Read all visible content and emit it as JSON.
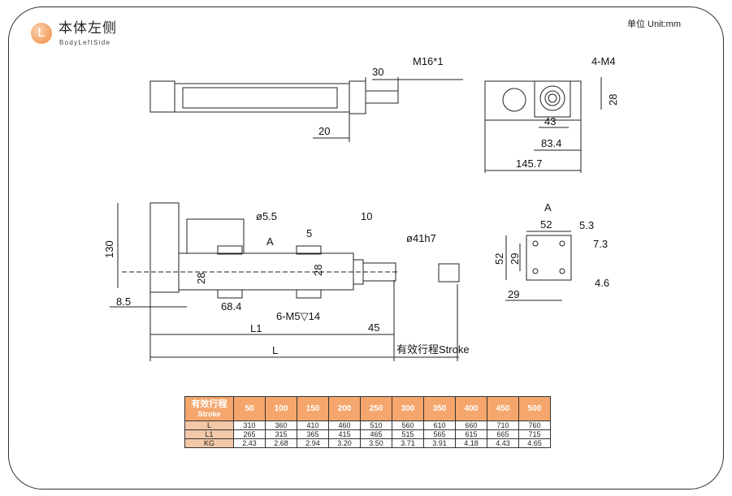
{
  "header": {
    "badge": "L",
    "title": "本体左侧",
    "subtitle": "BodyLeftSide",
    "unit": "单位 Unit:mm"
  },
  "dims": {
    "top": {
      "d30": "30",
      "thread": "M16*1",
      "d20": "20"
    },
    "end": {
      "screws": "4-M4",
      "d28": "28",
      "d43": "43",
      "d834": "83.4",
      "d1457": "145.7"
    },
    "front": {
      "hole": "ø5.5",
      "d10": "10",
      "d5": "5",
      "shaft": "ø41h7",
      "d130": "130",
      "d28a": "28",
      "d28b": "28",
      "d85": "8.5",
      "d684": "68.4",
      "tap": "6-M5▽14",
      "L1": "L1",
      "d45": "45",
      "L": "L",
      "stroke": "有效行程Stroke",
      "sectionA": "A"
    },
    "flange": {
      "view": "A",
      "d52w": "52",
      "d53": "5.3",
      "d73": "7.3",
      "d52h": "52",
      "d29v": "29",
      "d29h": "29",
      "d46": "4.6"
    }
  },
  "table": {
    "header": {
      "cn": "有效行程",
      "en": "Stroke"
    },
    "strokes": [
      "50",
      "100",
      "150",
      "200",
      "250",
      "300",
      "350",
      "400",
      "450",
      "500"
    ],
    "rows": [
      {
        "label": "L",
        "values": [
          "310",
          "360",
          "410",
          "460",
          "510",
          "560",
          "610",
          "660",
          "710",
          "760"
        ]
      },
      {
        "label": "L1",
        "values": [
          "265",
          "315",
          "365",
          "415",
          "465",
          "515",
          "565",
          "615",
          "665",
          "715"
        ]
      },
      {
        "label": "KG",
        "values": [
          "2.43",
          "2.68",
          "2.94",
          "3.20",
          "3.50",
          "3.71",
          "3.91",
          "4.18",
          "4.43",
          "4.65"
        ]
      }
    ]
  }
}
